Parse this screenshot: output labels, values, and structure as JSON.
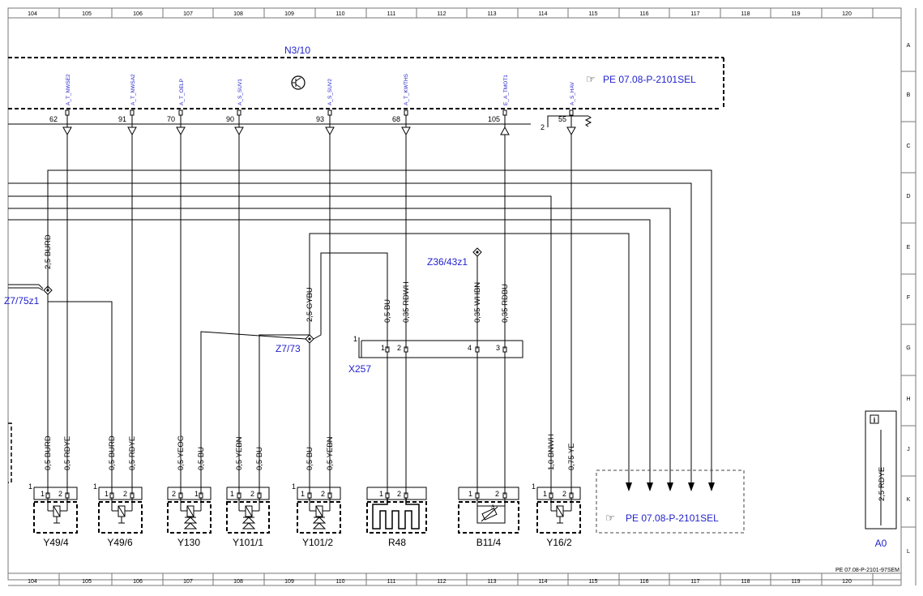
{
  "frame": {
    "columns": [
      "104",
      "105",
      "106",
      "107",
      "108",
      "109",
      "110",
      "111",
      "112",
      "113",
      "114",
      "115",
      "116",
      "117",
      "118",
      "119",
      "120"
    ],
    "rows": [
      "A",
      "B",
      "C",
      "D",
      "E",
      "F",
      "G",
      "H",
      "J",
      "K",
      "L"
    ],
    "doc_code": "PE 07.08-P-2101-97SEM"
  },
  "control_unit": {
    "name": "N3/10",
    "ref": "PE 07.08-P-2101SEL",
    "signals": [
      {
        "label": "A_T_NWSE2",
        "pin": "62"
      },
      {
        "label": "A_T_NWSA2",
        "pin": "91"
      },
      {
        "label": "A_T_OELP",
        "pin": "70"
      },
      {
        "label": "A_S_SUV1",
        "pin": "90"
      },
      {
        "label": "A_S_SUV2",
        "pin": "93"
      },
      {
        "label": "A_T_KWTHS",
        "pin": "68"
      },
      {
        "label": "E_A_TMOT1",
        "pin": "105"
      },
      {
        "label": "A_S_HAV",
        "pin": "55"
      }
    ],
    "bus_count": "2"
  },
  "splices": {
    "z7_75": "Z7/75z1",
    "z7_73": "Z7/73",
    "z36": "Z36/43z1"
  },
  "connector": {
    "name": "X257",
    "index": "1",
    "pins": [
      "1",
      "2",
      "4",
      "3"
    ]
  },
  "wires": {
    "burd_main": "2,5 BURD",
    "gybu_main": "2,5 GYBU",
    "bu_r48": "0,5 BU",
    "rdwh": "0,35 RDWH",
    "whbn": "0,35 WHBN",
    "rdbu": "0,35 RDBU",
    "y49_4_a": "0,5 BURD",
    "y49_4_b": "0,5 RDYE",
    "y49_6_a": "0,5 BURD",
    "y49_6_b": "0,5 RDYE",
    "y130_a": "0,5 YEOG",
    "y130_b": "0,5 BU",
    "y101_1_a": "0,5 YEBN",
    "y101_1_b": "0,5 BU",
    "y101_2_a": "0,5 BU",
    "y101_2_b": "0,5 YEBN",
    "y16_2_a": "1,0 BNWH",
    "y16_2_b": "0,75 YE",
    "a0": "2,5 RDYE"
  },
  "components": {
    "y49_4": "Y49/4",
    "y49_6": "Y49/6",
    "y130": "Y130",
    "y101_1": "Y101/1",
    "y101_2": "Y101/2",
    "r48": "R48",
    "b11_4": "B11/4",
    "y16_2": "Y16/2",
    "a0": "A0"
  },
  "pin_labels": {
    "p1": "1",
    "p2": "2"
  },
  "external_ref": "PE 07.08-P-2101SEL",
  "info_icon": "i"
}
